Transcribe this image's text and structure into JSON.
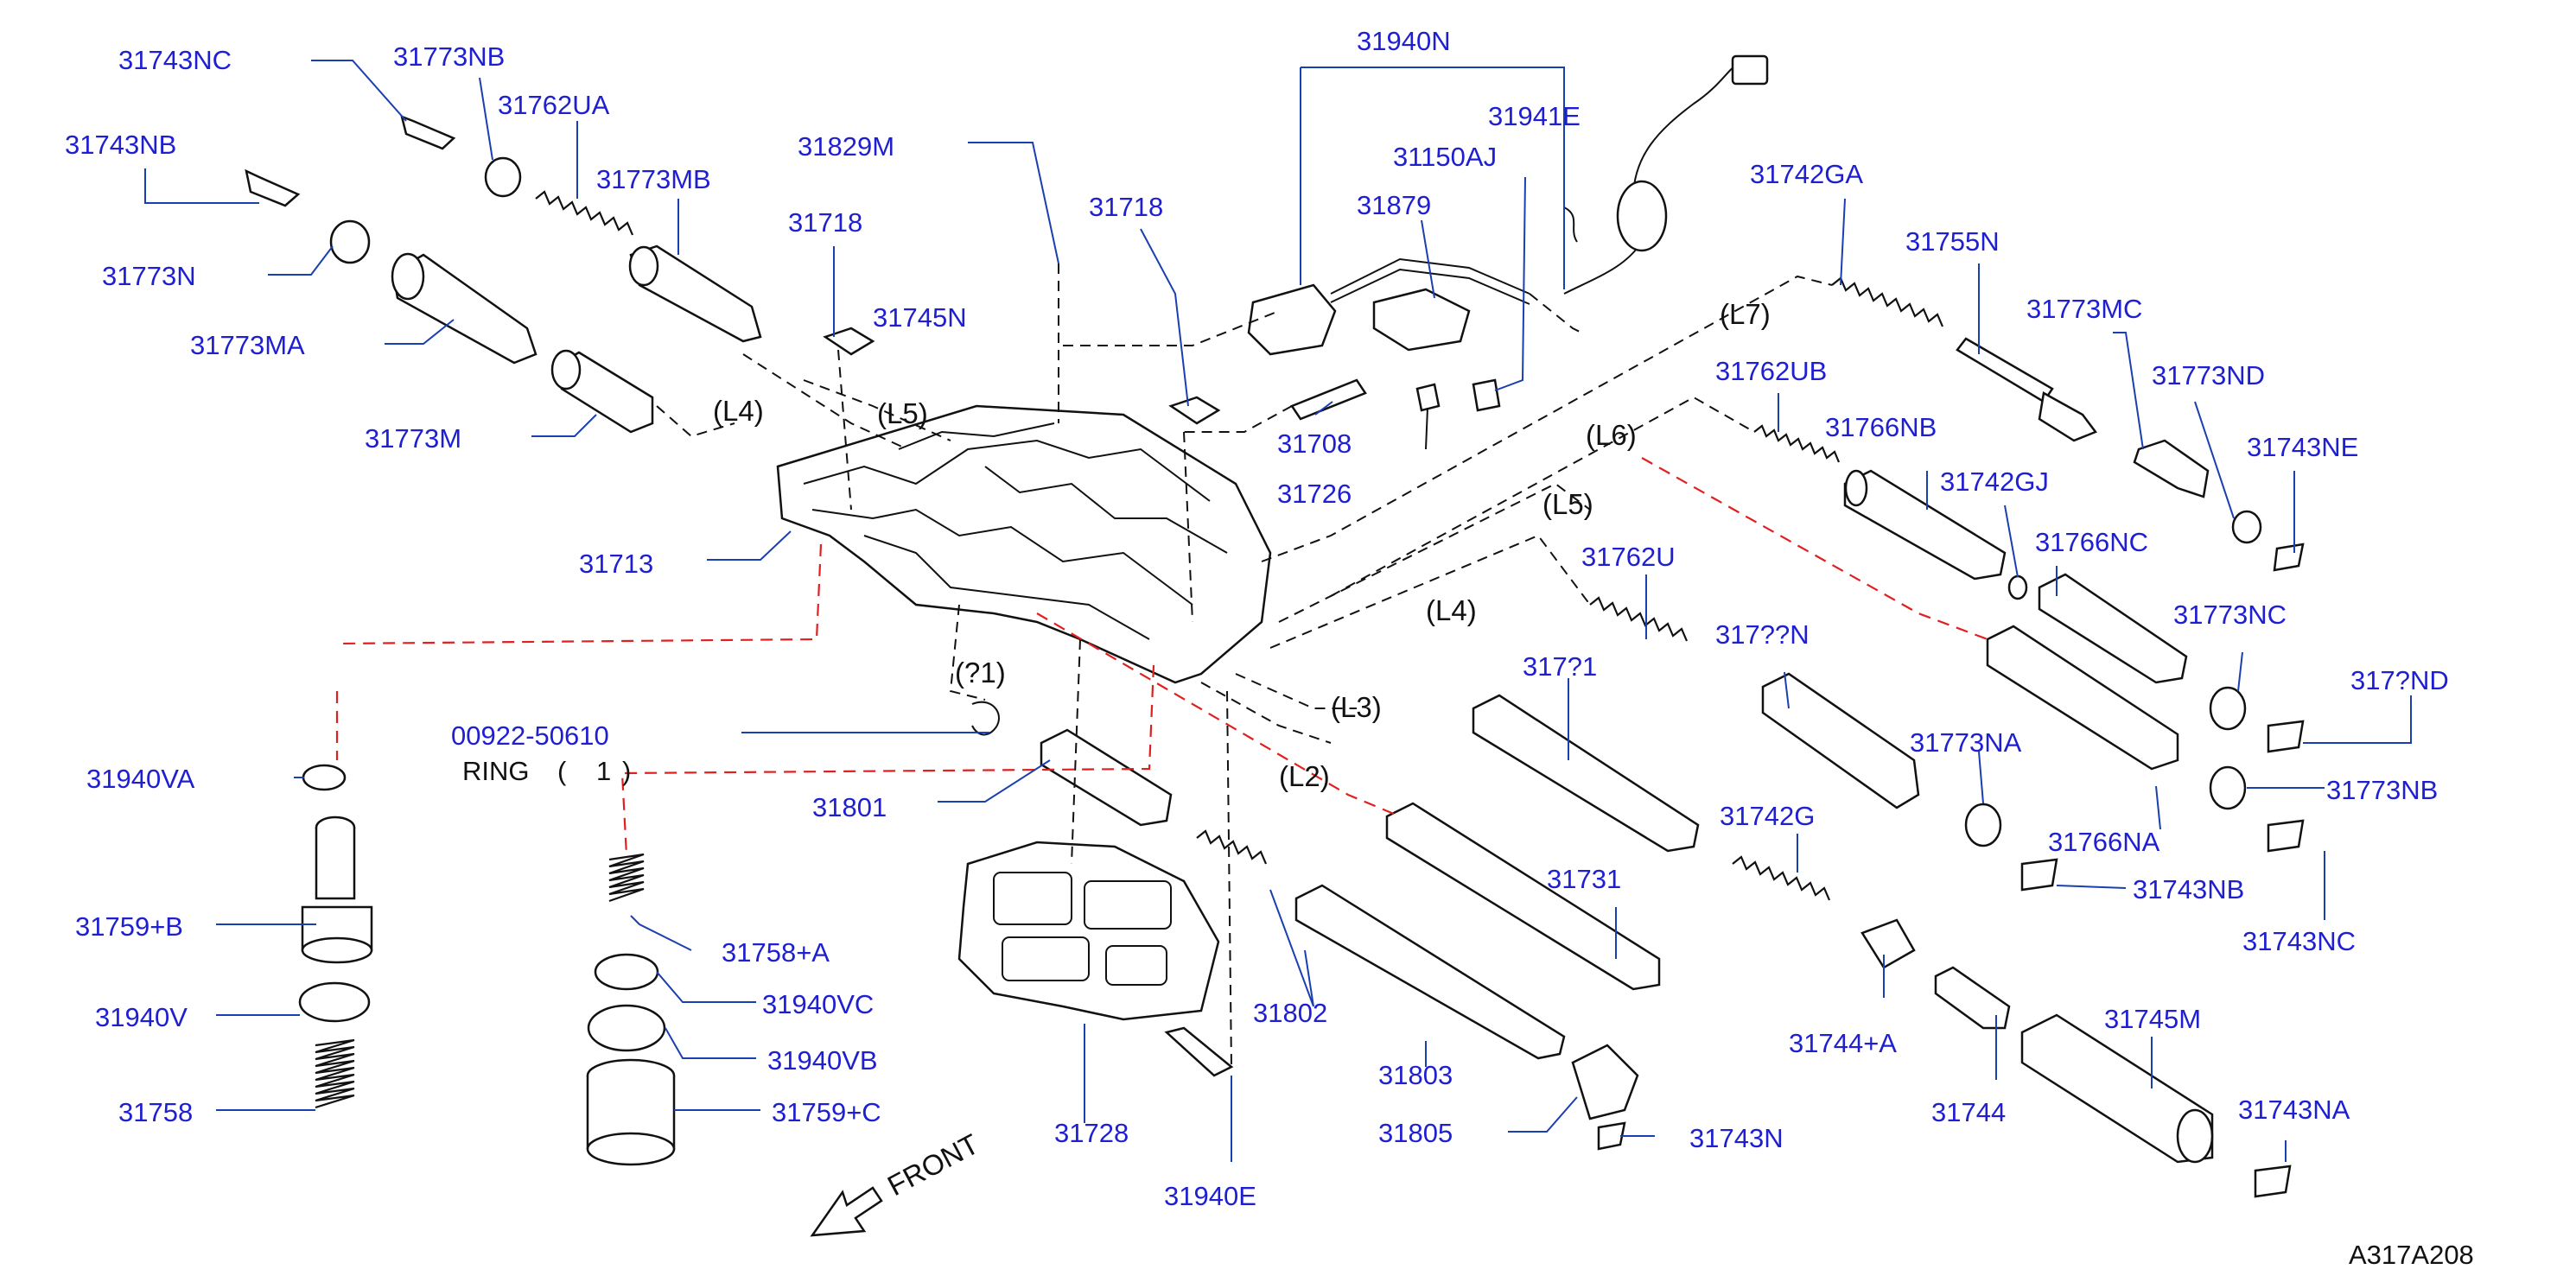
{
  "diagram_code": "A317A208",
  "front_label": "FRONT",
  "parts": {
    "p31743NC_tl": "31743NC",
    "p31773NB_tl": "31773NB",
    "p31762UA": "31762UA",
    "p31743NB_tl": "31743NB",
    "p31773MB": "31773MB",
    "p31829M": "31829M",
    "p31773N": "31773N",
    "p31718_a": "31718",
    "p31718_b": "31718",
    "p31745N": "31745N",
    "p31773MA": "31773MA",
    "p31773M": "31773M",
    "p31940N": "31940N",
    "p31941E": "31941E",
    "p31150AJ": "31150AJ",
    "p31879": "31879",
    "p31742GA": "31742GA",
    "p31755N": "31755N",
    "p31773MC": "31773MC",
    "p31773ND": "31773ND",
    "p31762UB": "31762UB",
    "p31708": "31708",
    "p31726": "31726",
    "p31766NB": "31766NB",
    "p31743NE": "31743NE",
    "p31742GJ": "31742GJ",
    "p31713": "31713",
    "p31766NC": "31766NC",
    "p31762U": "31762U",
    "p31773NC": "31773NC",
    "p31766N": "317??N",
    "p31741": "317?1",
    "p31743ND": "317?ND",
    "p00922": "00922-50610",
    "ring_label": "RING",
    "ring_qty": "1",
    "p31940VA": "31940VA",
    "p31801": "31801",
    "p31773NA": "31773NA",
    "p31773NB_r": "31773NB",
    "p31742G": "31742G",
    "p31766NA": "31766NA",
    "p31731": "31731",
    "p31743NB_r": "31743NB",
    "p31759B": "31759+B",
    "p31758A": "31758+A",
    "p31743NC_r": "31743NC",
    "p31940V": "31940V",
    "p31940VC": "31940VC",
    "p31802": "31802",
    "p31744A": "31744+A",
    "p31745M": "31745M",
    "p31940VB": "31940VB",
    "p31803": "31803",
    "p31758": "31758",
    "p31759C": "31759+C",
    "p31744": "31744",
    "p31743NA": "31743NA",
    "p31728": "31728",
    "p31805": "31805",
    "p31743N": "31743N",
    "p31940E": "31940E"
  },
  "line_tags": {
    "L7": "(L7)",
    "L6": "(L6)",
    "L5_a": "(L5)",
    "L5_b": "(L5)",
    "L4_a": "(L4)",
    "L4_b": "(L4)",
    "L3": "(L3)",
    "L2": "(L2)",
    "L1": "(?1)"
  }
}
